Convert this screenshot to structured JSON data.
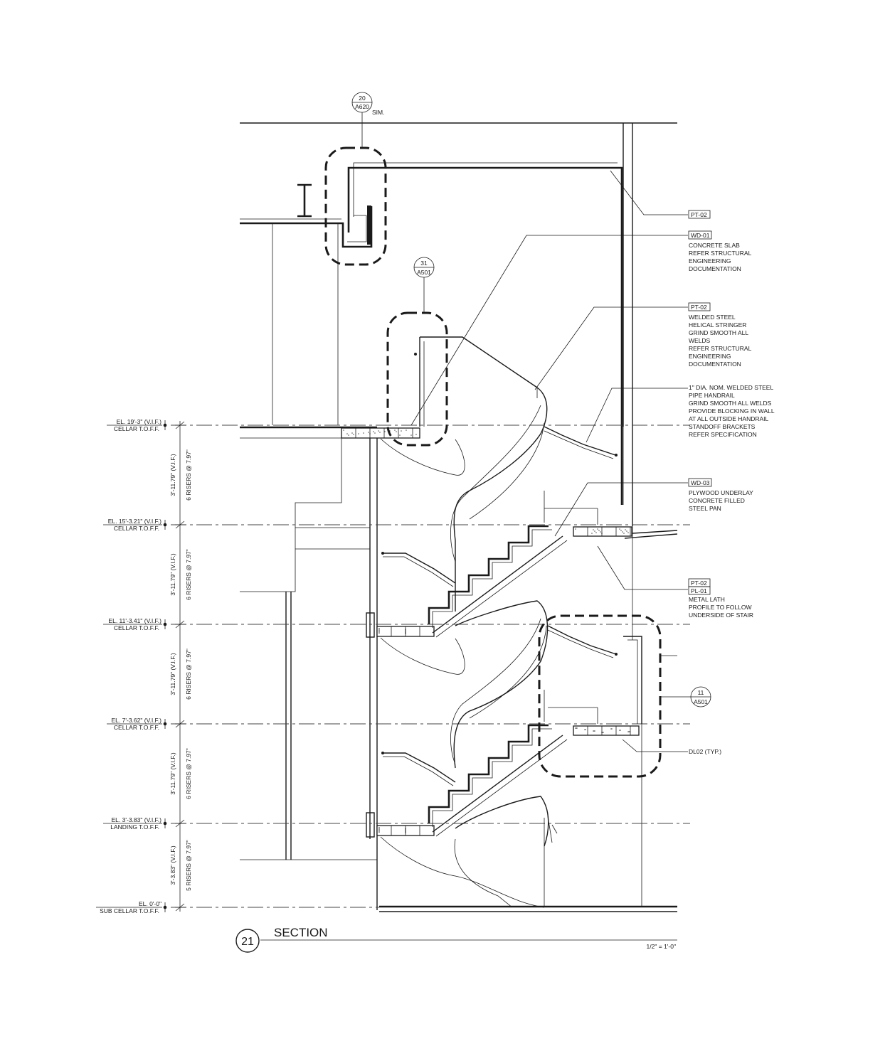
{
  "callouts": {
    "top_detail": {
      "number": "20",
      "sheet": "A620",
      "suffix": "SIM."
    },
    "mid_detail": {
      "number": "31",
      "sheet": "A501"
    },
    "right_detail": {
      "number": "11",
      "sheet": "A501"
    }
  },
  "notes": {
    "pt02_top": {
      "tag": "PT-02"
    },
    "wd01": {
      "tag": "WD-01",
      "lines": [
        "CONCRETE SLAB",
        "REFER STRUCTURAL",
        "ENGINEERING",
        "DOCUMENTATION"
      ]
    },
    "pt02_stringer": {
      "tag": "PT-02",
      "lines": [
        "WELDED STEEL",
        "HELICAL STRINGER",
        "GRIND SMOOTH ALL",
        "WELDS",
        "REFER STRUCTURAL",
        "ENGINEERING",
        "DOCUMENTATION"
      ]
    },
    "handrail": {
      "lines": [
        "1\" DIA. NOM. WELDED STEEL",
        "PIPE HANDRAIL",
        "GRIND SMOOTH ALL WELDS",
        "PROVIDE BLOCKING IN WALL",
        "AT ALL OUTSIDE HANDRAIL",
        "STANDOFF BRACKETS",
        "REFER SPECIFICATION"
      ]
    },
    "wd03": {
      "tag": "WD-03",
      "lines": [
        "PLYWOOD UNDERLAY",
        "CONCRETE FILLED",
        "STEEL PAN"
      ]
    },
    "lath": {
      "tags": [
        "PT-02",
        "PL-01"
      ],
      "lines": [
        "METAL LATH",
        "PROFILE TO FOLLOW",
        "UNDERSIDE OF STAIR"
      ]
    },
    "dl02": {
      "text": "DL02 (TYP.)"
    }
  },
  "levels": [
    {
      "elevation": "EL. 19'-3\" (V.I.F.)",
      "name": "CELLAR T.O.F.F."
    },
    {
      "elevation": "EL. 15'-3.21\" (V.I.F.)",
      "name": "CELLAR T.O.F.F."
    },
    {
      "elevation": "EL. 11'-3.41\" (V.I.F.)",
      "name": "CELLAR T.O.F.F."
    },
    {
      "elevation": "EL. 7'-3.62\" (V.I.F.)",
      "name": "CELLAR T.O.F.F."
    },
    {
      "elevation": "EL. 3'-3.83\" (V.I.F.)",
      "name": "LANDING T.O.F.F."
    },
    {
      "elevation": "EL. 0'-0\"",
      "name": "SUB CELLAR T.O.F.F."
    }
  ],
  "dimensions": [
    {
      "height": "3'-11.79\" (V.I.F.)",
      "risers": "6 RISERS @ 7.97\""
    },
    {
      "height": "3'-11.79\" (V.I.F.)",
      "risers": "6 RISERS @ 7.97\""
    },
    {
      "height": "3'-11.79\" (V.I.F.)",
      "risers": "6 RISERS @ 7.97\""
    },
    {
      "height": "3'-11.79\" (V.I.F.)",
      "risers": "6 RISERS @ 7.97\""
    },
    {
      "height": "3'-3.83\" (V.I.F.)",
      "risers": "5 RISERS @ 7.97\""
    }
  ],
  "title_block": {
    "number": "21",
    "title": "SECTION",
    "scale": "1/2\" = 1'-0\""
  }
}
